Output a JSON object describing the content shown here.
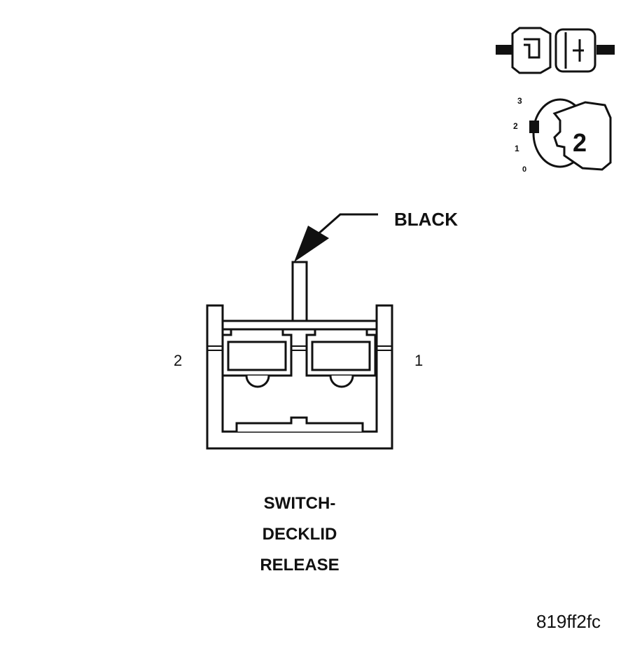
{
  "diagram": {
    "wire_color_label": "BLACK",
    "pin_labels": {
      "left": "2",
      "right": "1"
    },
    "connector_name_lines": [
      "SWITCH-",
      "DECKLID",
      "RELEASE"
    ],
    "figure_id": "819ff2fc"
  },
  "pin_count_icon": {
    "scale_labels": [
      "3",
      "2",
      "1",
      "0"
    ],
    "count": "2"
  },
  "colors": {
    "line": "#111111",
    "background": "#ffffff"
  }
}
